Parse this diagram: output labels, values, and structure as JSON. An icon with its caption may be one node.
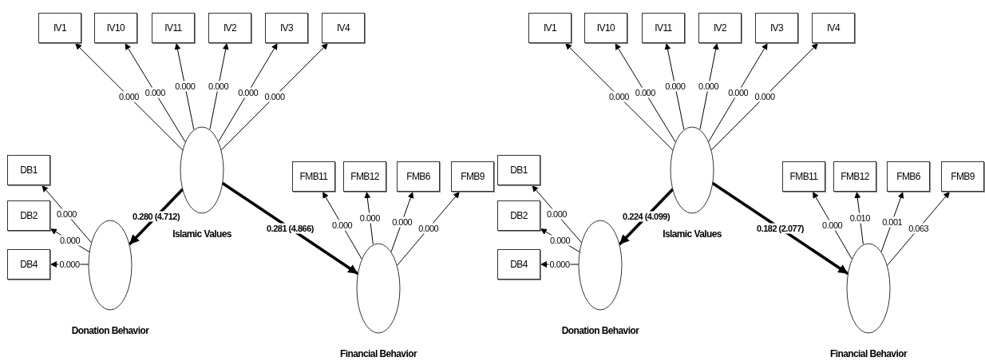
{
  "diagram": {
    "nodes": [
      {
        "text": [
          "IV1"
        ]
      },
      {
        "text": [
          "IV10"
        ]
      },
      {
        "text": [
          "IV11"
        ]
      },
      {
        "text": [
          "IV2"
        ]
      },
      {
        "text": [
          "IV3"
        ]
      },
      {
        "text": [
          "IV4"
        ]
      },
      {
        "text": [
          "DB1"
        ]
      },
      {
        "text": [
          "DB2"
        ]
      },
      {
        "text": [
          "DB4"
        ]
      },
      {
        "text": [
          "Islamic Values"
        ]
      },
      {
        "text": [
          "FMB11"
        ]
      },
      {
        "text": [
          "FMB12"
        ]
      },
      {
        "text": [
          "FMB6"
        ]
      },
      {
        "text": [
          "FMB9"
        ]
      },
      {
        "text": [
          "Donation Behavior"
        ]
      },
      {
        "text": [
          "Financial Behavior"
        ]
      },
      {
        "text": [
          "IV1"
        ]
      },
      {
        "text": [
          "IV10"
        ]
      },
      {
        "text": [
          "IV11"
        ]
      },
      {
        "text": [
          "IV2"
        ]
      },
      {
        "text": [
          "IV3"
        ]
      },
      {
        "text": [
          "IV4"
        ]
      },
      {
        "text": [
          "DB1"
        ]
      },
      {
        "text": [
          "DB2"
        ]
      },
      {
        "text": [
          "DB4"
        ]
      },
      {
        "text": [
          "Islamic Values"
        ]
      },
      {
        "text": [
          "FMB11"
        ]
      },
      {
        "text": [
          "FMB12"
        ]
      },
      {
        "text": [
          "FMB6"
        ]
      },
      {
        "text": [
          "FMB9"
        ]
      },
      {
        "text": [
          "Donation Behavior"
        ]
      },
      {
        "text": [
          "Financial Behavior"
        ]
      }
    ],
    "edges": [
      {
        "from": 9,
        "to": 0,
        "arrow": "to",
        "label": "0.000"
      },
      {
        "from": 9,
        "to": 1,
        "arrow": "to",
        "label": "0.000"
      },
      {
        "from": 9,
        "to": 2,
        "arrow": "to",
        "label": "0.000"
      },
      {
        "from": 9,
        "to": 3,
        "arrow": "to",
        "label": "0.000"
      },
      {
        "from": 9,
        "to": 4,
        "arrow": "to",
        "label": "0.000"
      },
      {
        "from": 9,
        "to": 5,
        "arrow": "to",
        "label": "0.000"
      },
      {
        "from": 14,
        "to": 6,
        "arrow": "to",
        "label": "0.000"
      },
      {
        "from": 14,
        "to": 7,
        "arrow": "to",
        "label": "0.000"
      },
      {
        "from": 14,
        "to": 8,
        "arrow": "to",
        "label": "0.000"
      },
      {
        "from": 15,
        "to": 10,
        "arrow": "to",
        "label": "0.000"
      },
      {
        "from": 15,
        "to": 11,
        "arrow": "to",
        "label": "0.000"
      },
      {
        "from": 15,
        "to": 12,
        "arrow": "to",
        "label": "0.000"
      },
      {
        "from": 15,
        "to": 13,
        "arrow": "to",
        "label": "0.000"
      },
      {
        "from": 9,
        "to": 14,
        "arrow": "to",
        "label": "0.280 (4.712)",
        "style": "thick"
      },
      {
        "from": 9,
        "to": 15,
        "arrow": "to",
        "label": "0.281 (4.866)",
        "style": "thick"
      },
      {
        "from": 25,
        "to": 16,
        "arrow": "to",
        "label": "0.000"
      },
      {
        "from": 25,
        "to": 17,
        "arrow": "to",
        "label": "0.000"
      },
      {
        "from": 25,
        "to": 18,
        "arrow": "to",
        "label": "0.000"
      },
      {
        "from": 25,
        "to": 19,
        "arrow": "to",
        "label": "0.000"
      },
      {
        "from": 25,
        "to": 20,
        "arrow": "to",
        "label": "0.000"
      },
      {
        "from": 25,
        "to": 21,
        "arrow": "to",
        "label": "0.000"
      },
      {
        "from": 30,
        "to": 22,
        "arrow": "to",
        "label": "0.000"
      },
      {
        "from": 30,
        "to": 23,
        "arrow": "to",
        "label": "0.000"
      },
      {
        "from": 30,
        "to": 24,
        "arrow": "to",
        "label": "0.000"
      },
      {
        "from": 31,
        "to": 26,
        "arrow": "to",
        "label": "0.000"
      },
      {
        "from": 31,
        "to": 27,
        "arrow": "to",
        "label": "0.010"
      },
      {
        "from": 31,
        "to": 28,
        "arrow": "to",
        "label": "0.001"
      },
      {
        "from": 31,
        "to": 29,
        "arrow": "to",
        "label": "0.063"
      },
      {
        "from": 25,
        "to": 30,
        "arrow": "to",
        "label": "0.224 (4.099)",
        "style": "thick"
      },
      {
        "from": 25,
        "to": 31,
        "arrow": "to",
        "label": "0.182 (2.077)",
        "style": "thick"
      }
    ]
  }
}
